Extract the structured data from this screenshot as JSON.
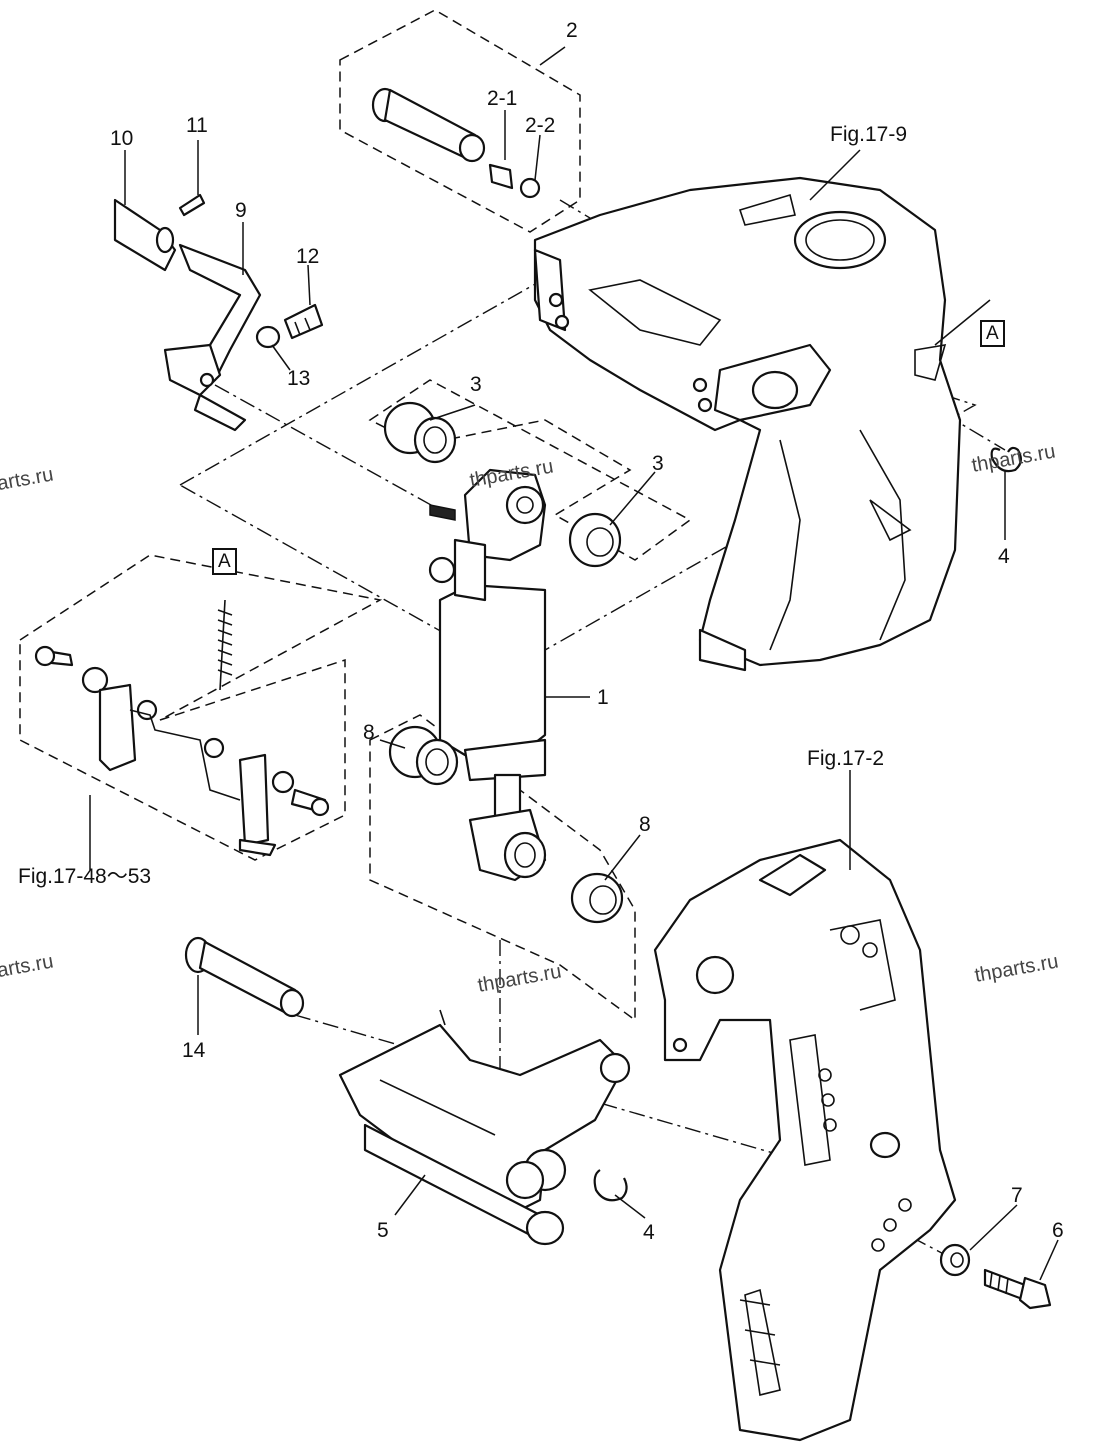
{
  "part_labels": {
    "p1": "1",
    "p2": "2",
    "p2_1": "2-1",
    "p2_2": "2-2",
    "p3a": "3",
    "p3b": "3",
    "p4a": "4",
    "p4b": "4",
    "p5": "5",
    "p6": "6",
    "p7": "7",
    "p8a": "8",
    "p8b": "8",
    "p9": "9",
    "p10": "10",
    "p11": "11",
    "p12": "12",
    "p13": "13",
    "p14": "14"
  },
  "figure_refs": {
    "fig_17_9": "Fig.17-9",
    "fig_17_2": "Fig.17-2",
    "fig_17_48_53": "Fig.17-48～53"
  },
  "callouts": {
    "a_top": "A",
    "a_left": "A"
  },
  "watermarks": {
    "w1": "thparts.ru",
    "w2": "thparts.ru",
    "w3": "thparts.ru",
    "w4": "thparts.ru",
    "w5": "thparts.ru",
    "w6": "thparts.ru"
  }
}
